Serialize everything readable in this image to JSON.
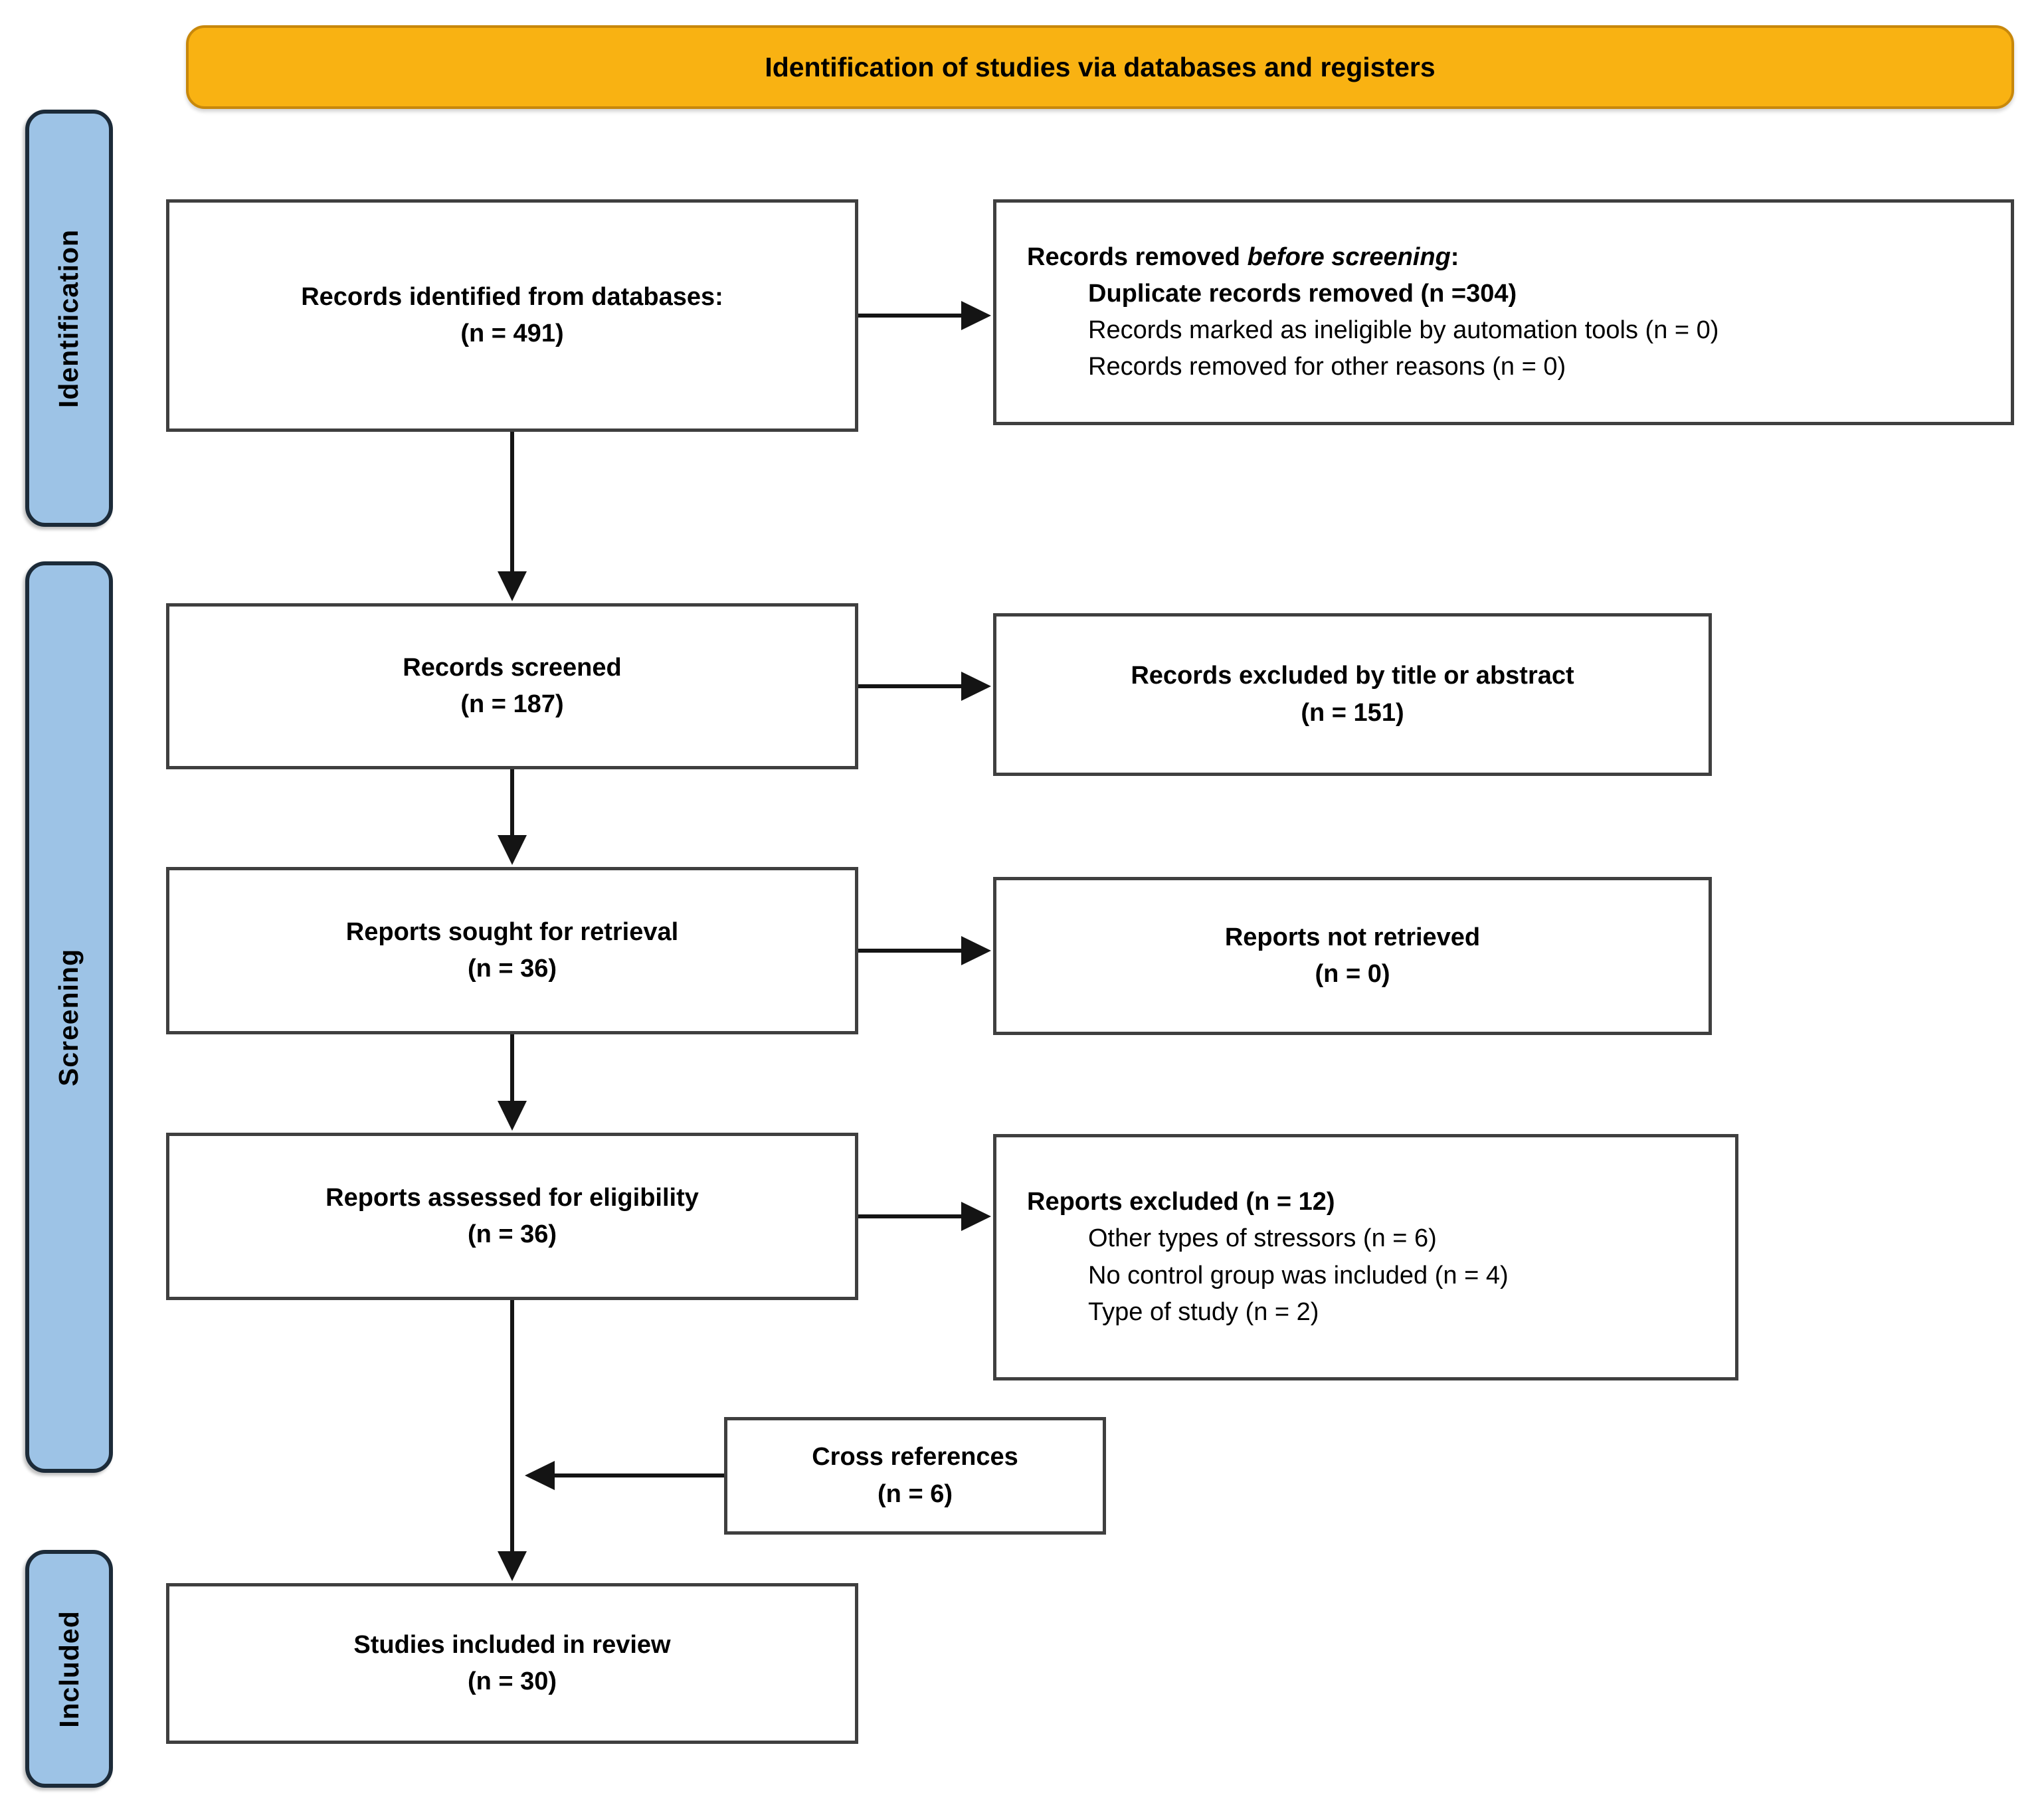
{
  "header": {
    "title": "Identification of studies via databases and registers"
  },
  "sidebar": {
    "stages": [
      {
        "label": "Identification"
      },
      {
        "label": "Screening"
      },
      {
        "label": "Included"
      }
    ]
  },
  "boxes": {
    "identified": {
      "line1": "Records identified from databases:",
      "line2": "(n = 491)"
    },
    "removed": {
      "title_part1": "Records removed ",
      "title_italic": "before screening",
      "title_part3": ":",
      "items": [
        "Duplicate records removed (n =304)",
        "Records marked as ineligible by automation tools (n = 0)",
        "Records removed for other reasons (n = 0)"
      ]
    },
    "screened": {
      "line1": "Records screened",
      "line2": "(n = 187)"
    },
    "excluded_title": {
      "line1": "Records excluded by title or abstract",
      "line2": "(n = 151)"
    },
    "sought": {
      "line1": "Reports sought for retrieval",
      "line2": "(n = 36)"
    },
    "not_retrieved": {
      "line1": "Reports not retrieved",
      "line2": "(n = 0)"
    },
    "assessed": {
      "line1": "Reports assessed for eligibility",
      "line2": "(n = 36)"
    },
    "reports_excluded": {
      "title": "Reports excluded (n = 12)",
      "items": [
        "Other types of stressors (n = 6)",
        "No control group was included (n = 4)",
        "Type of study (n = 2)"
      ]
    },
    "cross_references": {
      "line1": "Cross references",
      "line2": "(n = 6)"
    },
    "included_review": {
      "line1": "Studies included in review",
      "line2": "(n = 30)"
    }
  },
  "colors": {
    "header_fill": "#F9B212",
    "header_border": "#C8880B",
    "stage_fill": "#9DC3E6",
    "stage_border": "#1C2B39",
    "box_fill": "#FFFFFF",
    "box_border": "#3F3F3F",
    "arrow": "#141414"
  }
}
